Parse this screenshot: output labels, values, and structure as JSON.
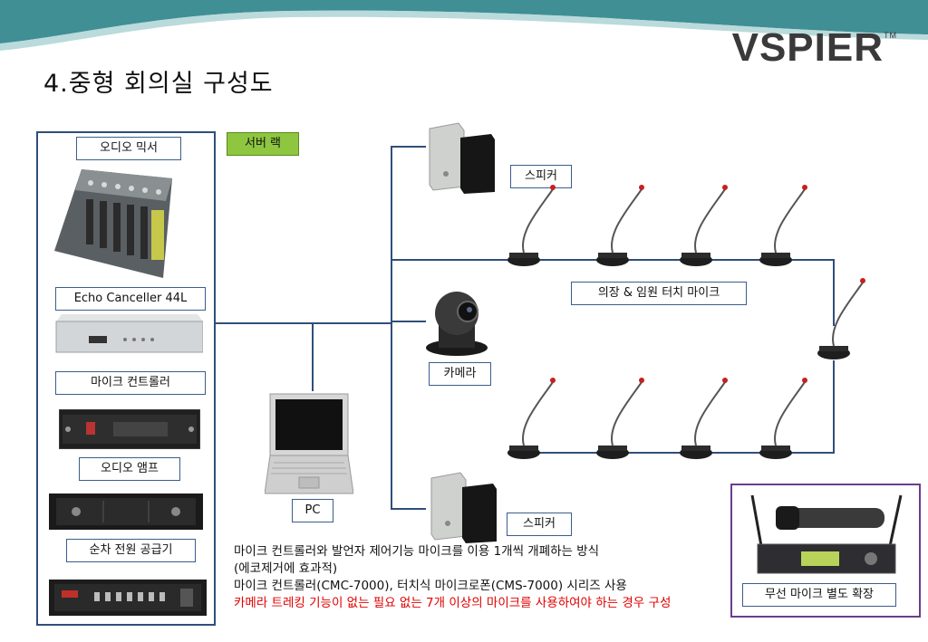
{
  "slide": {
    "title": "4.중형 회의실 구성도",
    "logo": {
      "text": "VSPIER",
      "tm": "TM"
    }
  },
  "rack": {
    "server_tag": "서버 랙",
    "devices": [
      {
        "label": "오디오 믹서"
      },
      {
        "label": "Echo Canceller 44L"
      },
      {
        "label": "마이크 컨트롤러"
      },
      {
        "label": "오디오 앰프"
      },
      {
        "label": "순차 전원 공급기"
      }
    ]
  },
  "nodes": {
    "pc": "PC",
    "camera": "카메라",
    "speaker_top": "스피커",
    "speaker_bottom": "스피커",
    "mics": "의장 & 임원 터치 마이크",
    "wireless": "무선 마이크 별도 확장"
  },
  "notes": [
    {
      "text": "마이크 컨트롤러와 발언자 제어기능 마이크를 이용 1개씩 개폐하는 방식",
      "color": "black"
    },
    {
      "text": "(에코제거에 효과적)",
      "color": "black"
    },
    {
      "text": "마이크 컨트롤러(CMC-7000), 터치식 마이크로폰(CMS-7000) 시리즈 사용",
      "color": "black"
    },
    {
      "text": "카메라 트레킹 기능이 없는 필요 없는 7개 이상의 마이크를 사용하여야 하는 경우 구성",
      "color": "red"
    }
  ],
  "colors": {
    "header_teal": "#3f8f95",
    "frame_blue": "#2f4f7a",
    "server_green": "#8ec63f",
    "wireless_purple": "#6a3d8f",
    "note_red": "#e00000"
  }
}
